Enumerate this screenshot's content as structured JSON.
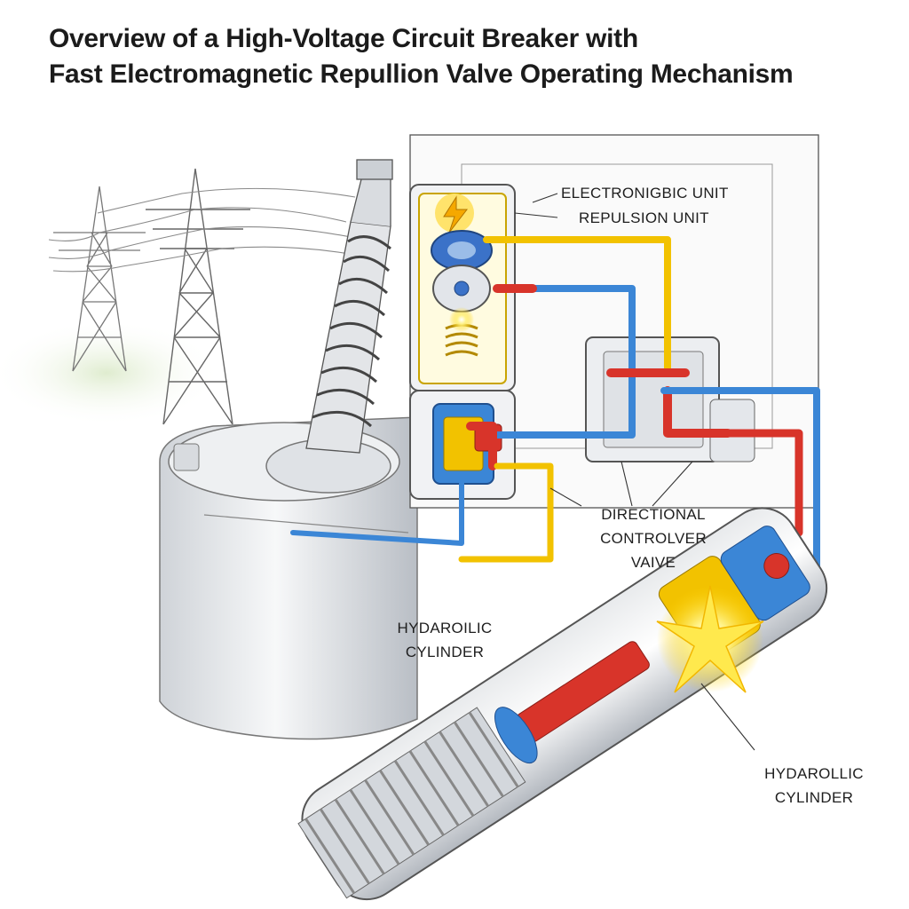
{
  "title": {
    "line1": "Overview of a High-Voltage Circuit Breaker with",
    "line2": "Fast Electromagnetic Repullion Valve Operating Mechanism"
  },
  "labels": {
    "electronic_unit": "ELECTRONIGBIC UNIT",
    "repulsion_unit": "REPULSION UNIT",
    "directional_line1": "DIRECTIONAL",
    "directional_line2": "CONTROLVER",
    "directional_line3": "VAIVE",
    "hydraulic_left_line1": "HYDAROILIC",
    "hydraulic_left_line2": "CYLINDER",
    "hydraulic_right_line1": "HYDAROLLIC",
    "hydraulic_right_line2": "CYLINDER"
  },
  "colors": {
    "yellow_pipe": "#f2c200",
    "blue_pipe": "#3b86d6",
    "red_pipe": "#d8342a",
    "outline": "#6a6a6a"
  }
}
